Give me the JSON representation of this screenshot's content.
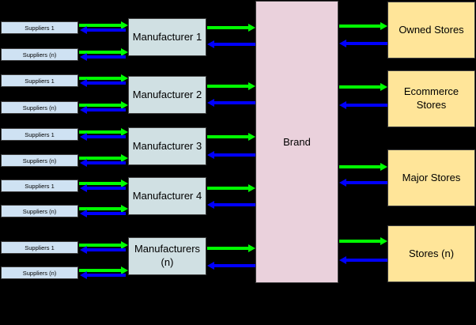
{
  "diagram": {
    "background_color": "#000000",
    "colors": {
      "supplier_fill": "#cfe2f3",
      "manufacturer_fill": "#d0e0e3",
      "brand_fill": "#ead1dc",
      "store_fill": "#ffe599",
      "forward_arrow_green": "#00ff00",
      "return_arrow_blue": "#0000ff",
      "box_border": "#3d3d3d",
      "text": "#000000"
    },
    "supplier_groups": [
      {
        "s1": "Suppliers 1",
        "sn": "Suppliers (n)"
      },
      {
        "s1": "Suppliers 1",
        "sn": "Suppliers (n)"
      },
      {
        "s1": "Suppliers 1",
        "sn": "Suppliers (n)"
      },
      {
        "s1": "Suppliers 1",
        "sn": "Suppliers (n)"
      },
      {
        "s1": "Suppliers 1",
        "sn": "Suppliers (n)"
      }
    ],
    "manufacturers": [
      "Manufacturer 1",
      "Manufacturer 2",
      "Manufacturer 3",
      "Manufacturer 4",
      "Manufacturers (n)"
    ],
    "brand": "Brand",
    "stores": [
      "Owned Stores",
      "Ecommerce Stores",
      "Major Stores",
      "Stores (n)"
    ]
  }
}
